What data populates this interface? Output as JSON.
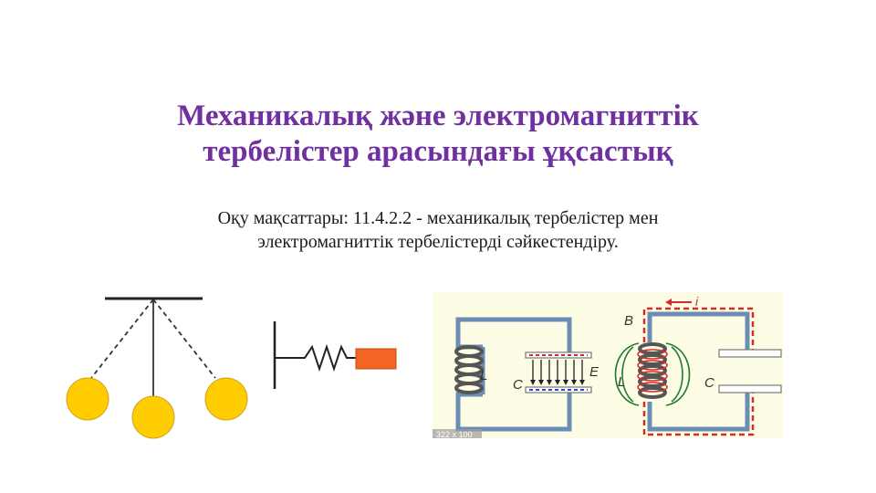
{
  "slide": {
    "title_lines": [
      "Механикалық және электромагниттік",
      "тербелістер арасындағы ұқсастық"
    ],
    "objective_lines": [
      "Оқу мақсаттары: 11.4.2.2 - механикалық тербелістер мен",
      "электромагниттік тербелістерді сәйкестендіру."
    ]
  },
  "circuit_labels": {
    "inductor_left": "L",
    "capacitor_left": "C",
    "field_left": "E",
    "current": "i",
    "magnetic_field": "B",
    "inductor_right": "L",
    "capacitor_right": "C",
    "watermark": "322 x 100"
  },
  "colors": {
    "title": "#7030a0",
    "bob": "#ffcc00",
    "spring_block": "#f26522",
    "circuit_bg": "#fdfde6",
    "current": "#d62b2b"
  }
}
